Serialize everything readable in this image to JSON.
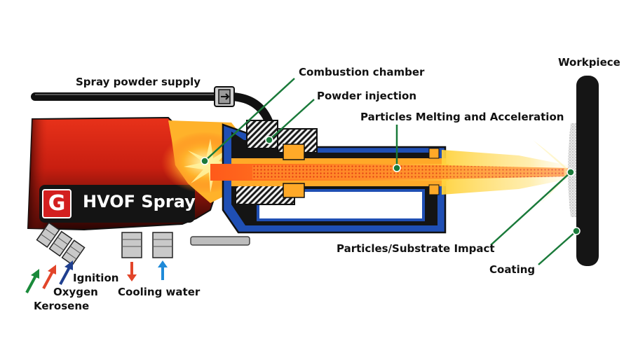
{
  "brand": {
    "logo_letter": "G",
    "name": "HVOF Spray"
  },
  "labels": {
    "spray_powder_supply": "Spray powder supply",
    "combustion_chamber": "Combustion chamber",
    "powder_injection": "Powder injection",
    "particles_melting": "Particles Melting and Acceleration",
    "workpiece": "Workpiece",
    "particles_impact": "Particles/Substrate Impact",
    "coating": "Coating",
    "ignition": "Ignition",
    "oxygen": "Oxygen",
    "kerosene": "Kerosene",
    "cooling_water": "Cooling water"
  },
  "colors": {
    "body_red": "#c81e10",
    "body_dark": "#3a0704",
    "nozzle_blue": "#1f4fb4",
    "nozzle_black": "#141414",
    "flame_orange": "#ff7a1e",
    "flame_yellow": "#ffd23c",
    "leader_green": "#1a7a3a",
    "arrow_red": "#e2452a",
    "arrow_blue": "#1f8ad8",
    "arrow_green": "#1a8a3a",
    "arrow_navy": "#1f3f8f"
  }
}
